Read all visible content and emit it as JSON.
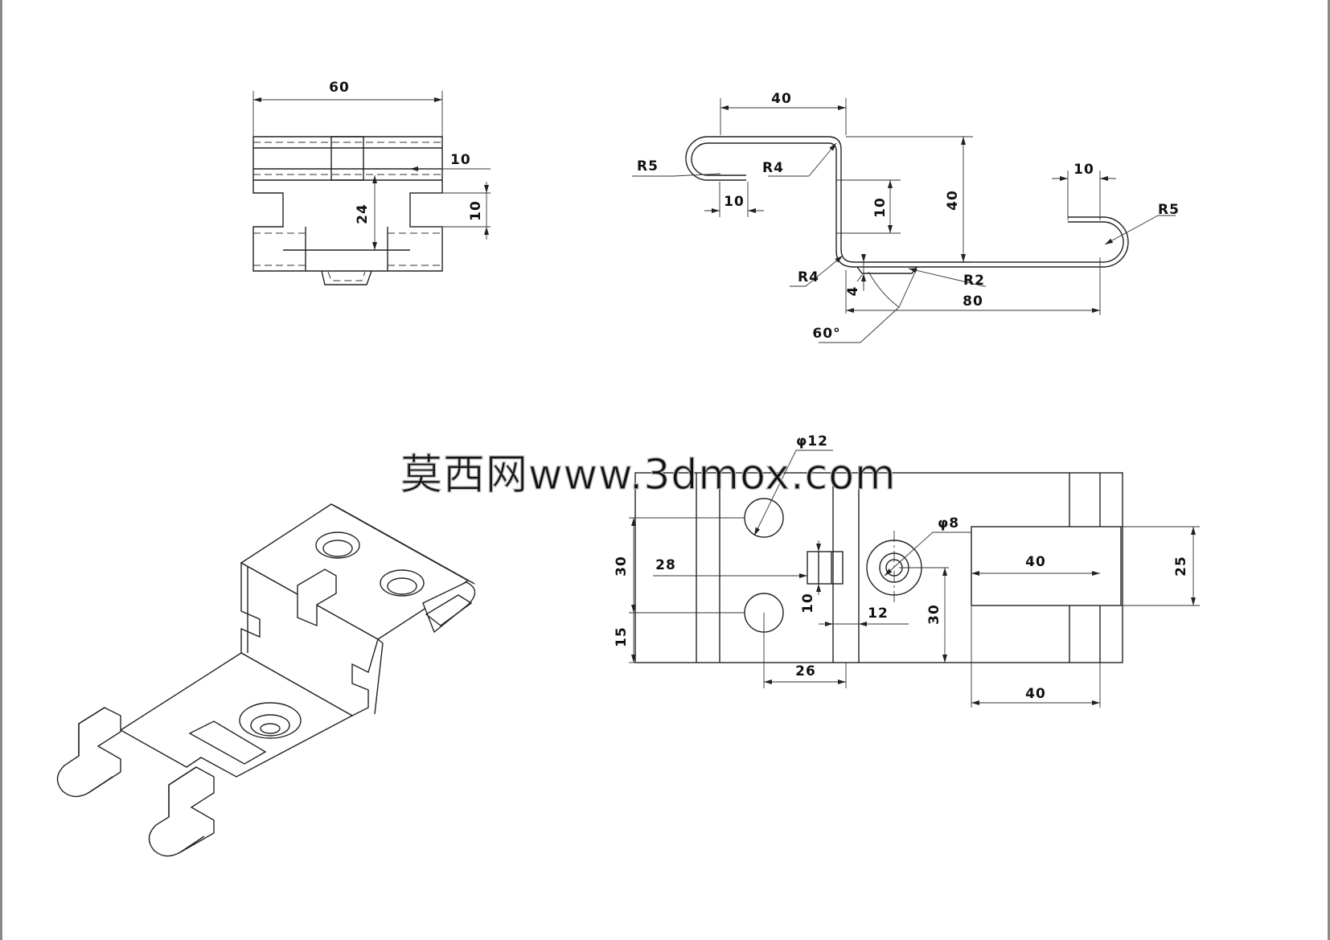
{
  "watermark": "莫西网www.3dmox.com",
  "top_view": {
    "dims": [
      "60",
      "10",
      "24",
      "10"
    ]
  },
  "front_view": {
    "dims": [
      "40",
      "40",
      "10",
      "10",
      "10",
      "80",
      "4",
      "60°"
    ],
    "radii": [
      "R5",
      "R4",
      "R4",
      "R2",
      "R5"
    ]
  },
  "plan_view": {
    "dims": [
      "φ12",
      "φ8",
      "30",
      "28",
      "15",
      "10",
      "26",
      "12",
      "30",
      "40",
      "25",
      "40"
    ]
  },
  "iso_view": {
    "holes": 3,
    "hooks": 2
  }
}
